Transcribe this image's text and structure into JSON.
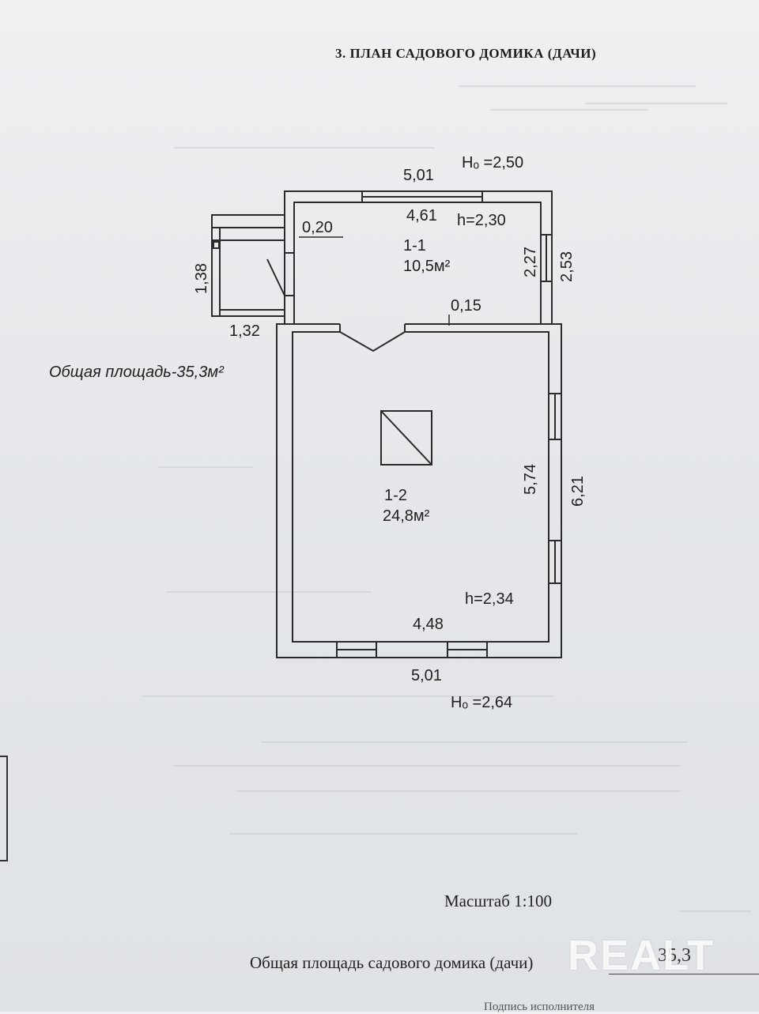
{
  "document": {
    "title": "3. ПЛАН САДОВОГО ДОМИКА (ДАЧИ)",
    "scale_label": "Масштаб 1:100",
    "total_area_footer": "Общая площадь садового домика (дачи)",
    "footer_value": "35,3",
    "signature_label": "Подпись исполнителя",
    "watermark": "REALT"
  },
  "plan": {
    "total_area_label": "Общая площадь-35,3м²",
    "top": {
      "outer_width": "5,01",
      "outer_height": "Hₒ =2,50",
      "inner_width": "4,61",
      "room_height": "h=2,30"
    },
    "vestibule": {
      "wall_thickness": "0,20",
      "depth": "1,38",
      "width": "1,32",
      "partition": "0,15"
    },
    "room_1_1": {
      "id": "1-1",
      "area": "10,5м²",
      "inner_length": "2,27",
      "outer_length": "2,53"
    },
    "room_1_2": {
      "id": "1-2",
      "area": "24,8м²",
      "inner_length": "5,74",
      "outer_length": "6,21",
      "room_height": "h=2,34",
      "inner_width": "4,48"
    },
    "bottom": {
      "outer_width": "5,01",
      "outer_height": "Hₒ =2,64"
    }
  },
  "colors": {
    "paper": "#e6e8eb",
    "ink": "#2b2b2b",
    "watermark": "#ffffff"
  }
}
